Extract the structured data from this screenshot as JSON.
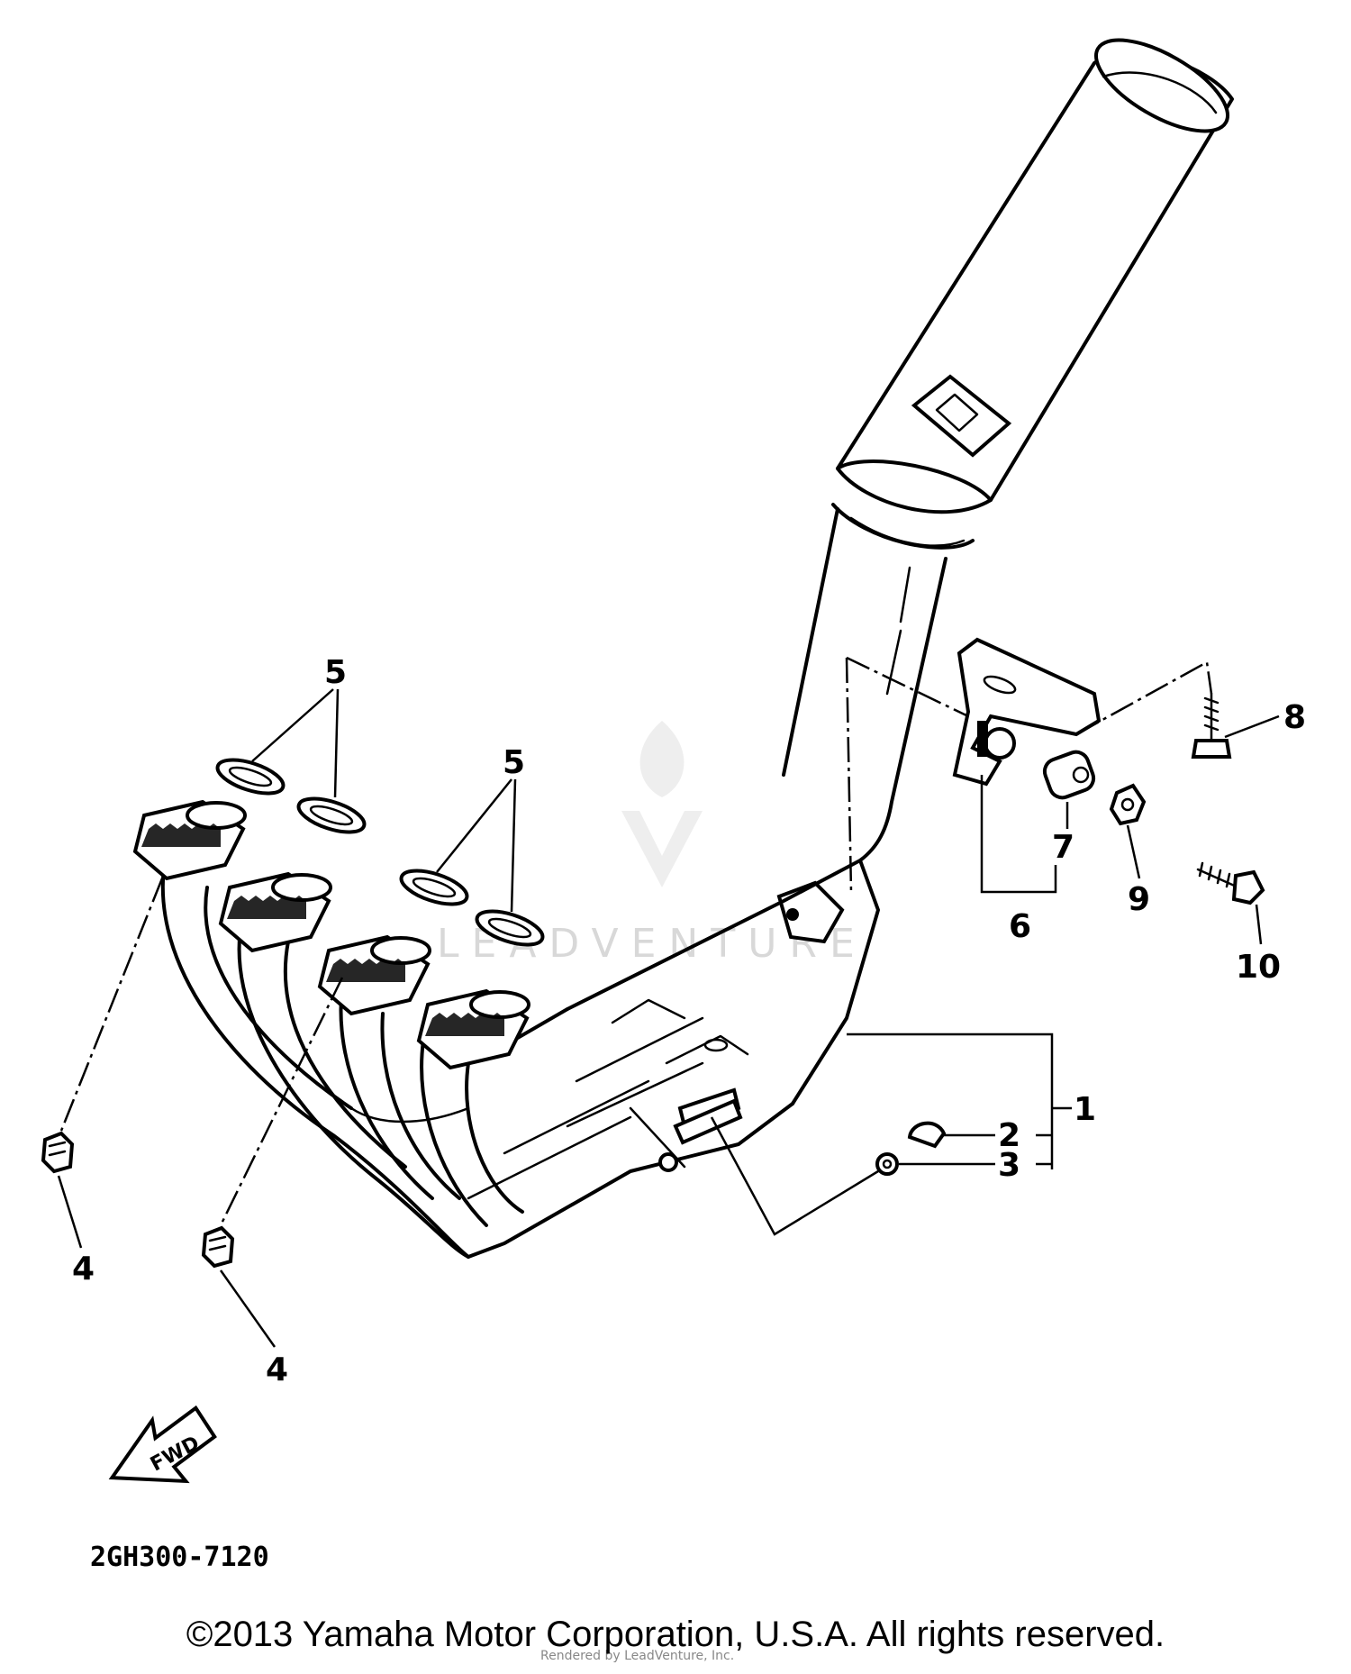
{
  "diagram": {
    "callouts": {
      "c1": "1",
      "c2": "2",
      "c3": "3",
      "c4a": "4",
      "c4b": "4",
      "c5a": "5",
      "c5b": "5",
      "c6": "6",
      "c7": "7",
      "c8": "8",
      "c9": "9",
      "c10": "10"
    },
    "fwd_label": "FWD",
    "drawing_code": "2GH300-7120",
    "watermark": "LEADVENTURE",
    "watermark_sub": "Rendered by LeadVenture, Inc.",
    "copyright": "©2013 Yamaha Motor Corporation, U.S.A. All rights reserved."
  }
}
